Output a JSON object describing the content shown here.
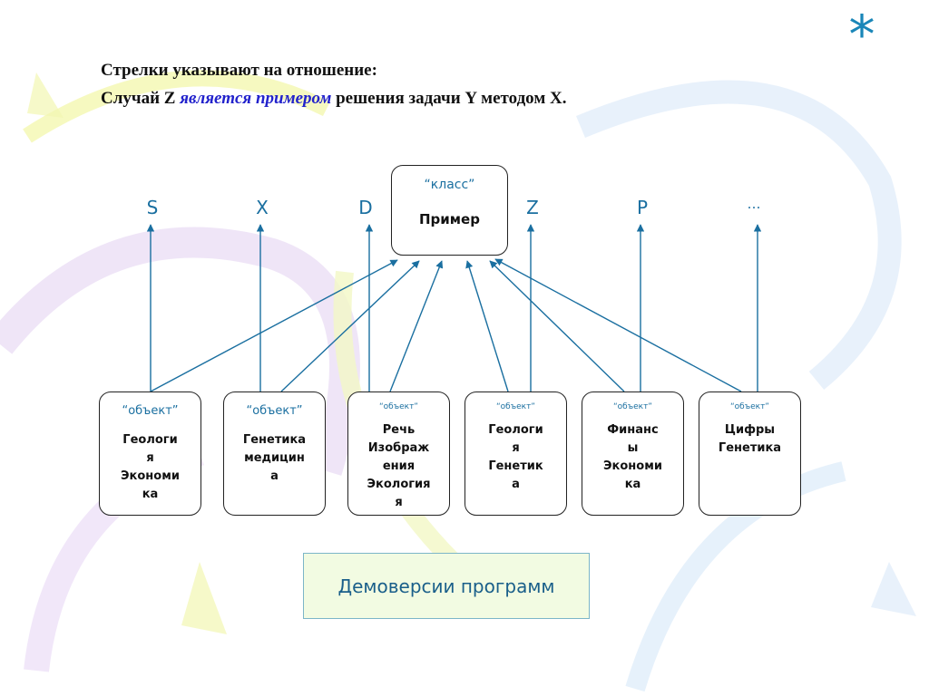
{
  "slide": {
    "corner_mark": "*",
    "heading": {
      "line1": "Стрелки указывают на отношение:",
      "line2_start": "Случай Z ",
      "line2_emphasis": "является примером",
      "line2_end": "  решения задачи Y методом X."
    }
  },
  "diagram": {
    "colors": {
      "arrow": "#1a6fa0",
      "label": "#1a6fa0",
      "box_border": "#222222",
      "demo_fill": "#f2fbe2"
    },
    "class_box": {
      "tag": "“класс”",
      "name": "Пример"
    },
    "property_labels": [
      "S",
      "X",
      "D",
      "Z",
      "P",
      "…"
    ],
    "objects": [
      {
        "tag": "“объект”",
        "text": "Геологи\nя\nЭкономи\nка"
      },
      {
        "tag": "“объект”",
        "text": "Генетика\nмедицин\nа"
      },
      {
        "tag": "“объект”",
        "text": "Речь\nИзображ\nения\nЭкология\nя"
      },
      {
        "tag": "“объект”",
        "text": "Геологи\nя\nГенетик\nа"
      },
      {
        "tag": "“объект”",
        "text": "Финанс\nы\nЭкономи\nка"
      },
      {
        "tag": "“объект”",
        "text": "Цифры\nГенетика"
      }
    ],
    "demo_box": "Демоверсии программ"
  }
}
